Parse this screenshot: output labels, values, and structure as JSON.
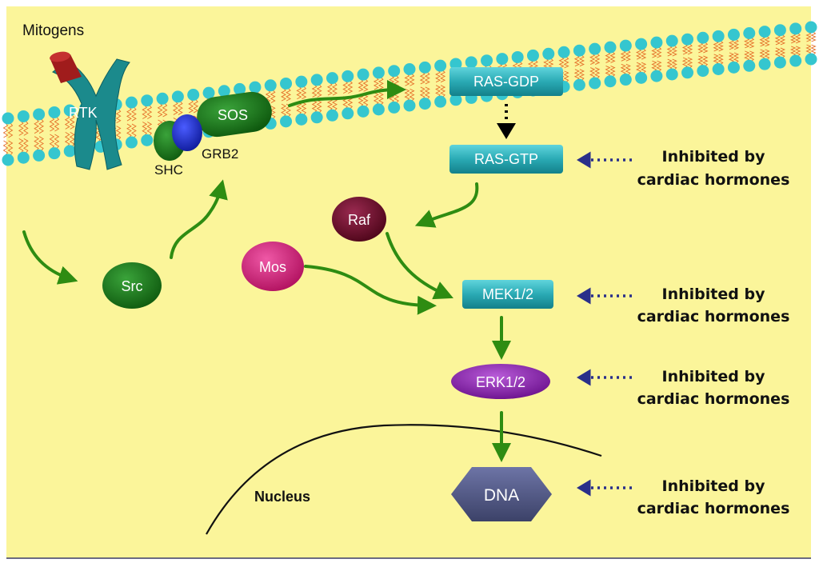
{
  "labels": {
    "mitogens": "Mitogens",
    "rtk": "RTK",
    "sos": "SOS",
    "shc": "SHC",
    "grb2": "GRB2",
    "ras_gdp": "RAS-GDP",
    "ras_gtp": "RAS-GTP",
    "raf": "Raf",
    "mos": "Mos",
    "src": "Src",
    "mek": "MEK1/2",
    "erk": "ERK1/2",
    "dna": "DNA",
    "nucleus": "Nucleus"
  },
  "inhibitions": [
    {
      "line1": "Inhibited by",
      "line2": "cardiac hormones"
    },
    {
      "line1": "Inhibited by",
      "line2": "cardiac hormones"
    },
    {
      "line1": "Inhibited by",
      "line2": "cardiac hormones"
    },
    {
      "line1": "Inhibited by",
      "line2": "cardiac hormones"
    }
  ],
  "colors": {
    "background": "#fbf59a",
    "membrane_head": "#35c6cf",
    "lipid_tail": "#e4702a",
    "arrow": "#2e8c12",
    "inhibit_arrow": "#2a2f8a",
    "teal_box": "#2aaab4",
    "dark_green": "#177517",
    "grb2_blue": "#1f2fcf",
    "raf": "#6b0a2a",
    "mos": "#d4207d",
    "erk": "#8a1fae",
    "dna": "#4e5480",
    "rtk": "#1b8a8c",
    "mitogen": "#a01c1c"
  }
}
